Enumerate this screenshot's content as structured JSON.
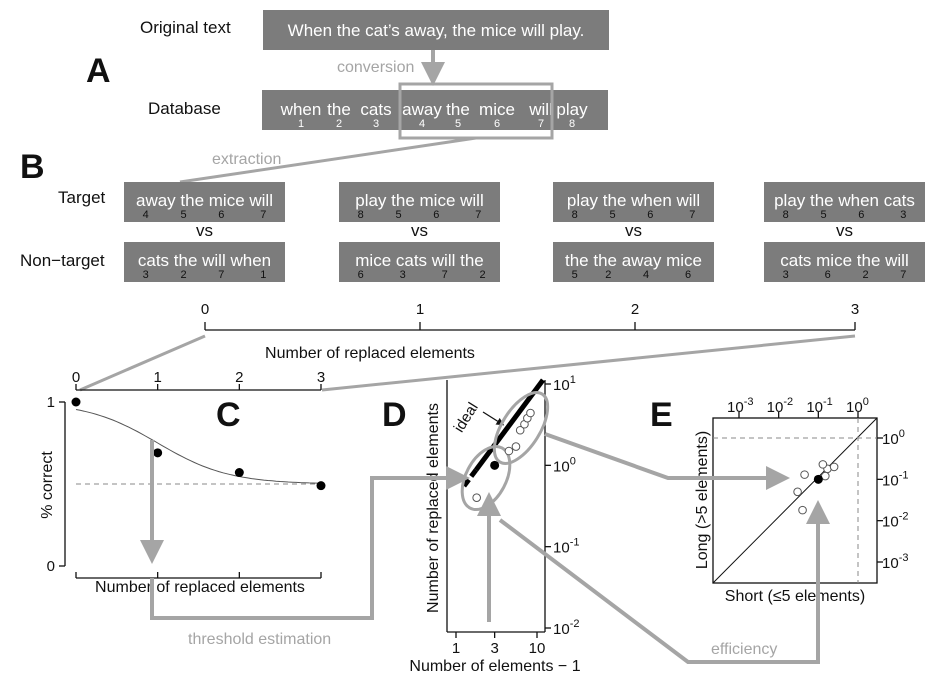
{
  "panel_a": {
    "letter": "A",
    "original_label": "Original text",
    "original_sentence": "When the cat’s away, the mice will play.",
    "conversion_label": "conversion",
    "database_label": "Database",
    "database_words": [
      "when",
      "the",
      "cats",
      "away",
      "the",
      "mice",
      "will",
      "play"
    ],
    "database_indices": [
      "1",
      "2",
      "3",
      "4",
      "5",
      "6",
      "7",
      "8"
    ]
  },
  "panel_b": {
    "letter": "B",
    "extraction_label": "extraction",
    "target_label": "Target",
    "nontarget_label": "Non−target",
    "vs_label": "vs",
    "axis_ticks": [
      "0",
      "1",
      "2",
      "3"
    ],
    "pairs": [
      {
        "target_words": [
          "away",
          "the",
          "mice",
          "will"
        ],
        "target_indices": [
          "4",
          "5",
          "6",
          "7"
        ],
        "nontarget_words": [
          "cats",
          "the",
          "will",
          "when"
        ],
        "nontarget_indices": [
          "3",
          "2",
          "7",
          "1"
        ]
      },
      {
        "target_words": [
          "play",
          "the",
          "mice",
          "will"
        ],
        "target_indices": [
          "8",
          "5",
          "6",
          "7"
        ],
        "nontarget_words": [
          "mice",
          "cats",
          "will",
          "the"
        ],
        "nontarget_indices": [
          "6",
          "3",
          "7",
          "2"
        ]
      },
      {
        "target_words": [
          "play",
          "the",
          "when",
          "will"
        ],
        "target_indices": [
          "8",
          "5",
          "6",
          "7"
        ],
        "nontarget_words": [
          "the",
          "the",
          "away",
          "mice"
        ],
        "nontarget_indices": [
          "5",
          "2",
          "4",
          "6"
        ]
      },
      {
        "target_words": [
          "play",
          "the",
          "when",
          "cats"
        ],
        "target_indices": [
          "8",
          "5",
          "6",
          "3"
        ],
        "nontarget_words": [
          "cats",
          "mice",
          "the",
          "will"
        ],
        "nontarget_indices": [
          "3",
          "6",
          "2",
          "7"
        ]
      }
    ]
  },
  "chart_data": [
    {
      "panel": "C",
      "type": "line",
      "letter": "C",
      "xlabel_top": "Number of replaced elements",
      "xlabel_bottom": "Number of replaced elements",
      "ylabel": "% correct",
      "x_ticks": [
        "0",
        "1",
        "2",
        "3"
      ],
      "y_ticks": [
        "0",
        "1"
      ],
      "xlim": [
        0,
        3
      ],
      "ylim": [
        0,
        1
      ],
      "points": [
        {
          "x": 0,
          "y": 1.0
        },
        {
          "x": 1,
          "y": 0.69
        },
        {
          "x": 2,
          "y": 0.57
        },
        {
          "x": 3,
          "y": 0.49
        }
      ],
      "chance_level": 0.5,
      "fit": {
        "upper": 1.0,
        "lower": 0.5,
        "midpoint": 1.0,
        "slope": 2.3
      },
      "arrow_label": "threshold estimation"
    },
    {
      "panel": "D",
      "type": "scatter",
      "letter": "D",
      "xlabel": "Number of elements − 1",
      "ylabel": "Number of replaced elements",
      "x_scale": "log",
      "y_scale": "log",
      "x_ticks": [
        "1",
        "3",
        "10"
      ],
      "y_ticks": [
        "10^-2",
        "10^-1",
        "10^0",
        "10^1"
      ],
      "ideal_label": "ideal",
      "filled_point": {
        "x": 3,
        "y": 1.0
      },
      "open_points": [
        {
          "x": 1.8,
          "y": 0.4
        },
        {
          "x": 4.5,
          "y": 1.5
        },
        {
          "x": 5.5,
          "y": 1.7
        },
        {
          "x": 6.2,
          "y": 2.7
        },
        {
          "x": 7.0,
          "y": 3.2
        },
        {
          "x": 7.6,
          "y": 3.8
        },
        {
          "x": 8.3,
          "y": 4.4
        }
      ]
    },
    {
      "panel": "E",
      "type": "scatter",
      "letter": "E",
      "xlabel": "Short (≤5 elements)",
      "ylabel": "Long (>5 elements)",
      "x_scale": "log",
      "y_scale": "log",
      "x_ticks": [
        "10^-3",
        "10^-2",
        "10^-1",
        "10^0"
      ],
      "y_ticks": [
        "10^0",
        "10^-1",
        "10^-2",
        "10^-3"
      ],
      "arrow_label": "efficiency",
      "filled_point": {
        "x": 0.1,
        "y": 0.1
      },
      "open_points": [
        {
          "x": 0.03,
          "y": 0.05
        },
        {
          "x": 0.045,
          "y": 0.13
        },
        {
          "x": 0.04,
          "y": 0.018
        },
        {
          "x": 0.15,
          "y": 0.12
        },
        {
          "x": 0.17,
          "y": 0.18
        },
        {
          "x": 0.13,
          "y": 0.23
        },
        {
          "x": 0.25,
          "y": 0.2
        }
      ]
    }
  ]
}
